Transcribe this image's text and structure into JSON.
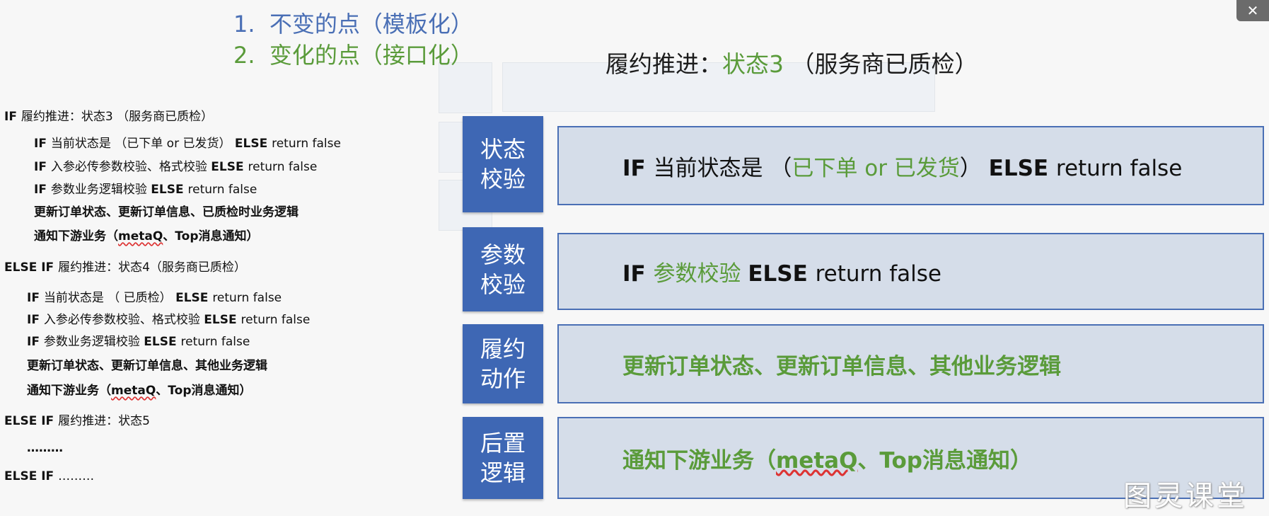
{
  "top_list": [
    {
      "num": "1.",
      "text": "不变的点（模板化）"
    },
    {
      "num": "2.",
      "text": "变化的点（接口化）"
    }
  ],
  "right_title": {
    "prefix": "履约推进：",
    "state": "状态3",
    "suffix": "（服务商已质检）"
  },
  "code_lines": [
    {
      "indent": 0,
      "parts": [
        {
          "t": "IF ",
          "b": true
        },
        {
          "t": "履约推进：状态3 （服务商已质检）"
        }
      ]
    },
    {
      "indent": 1,
      "parts": [
        {
          "t": "IF ",
          "b": true
        },
        {
          "t": "当前状态是 （已下单 or 已发货） "
        },
        {
          "t": "ELSE ",
          "b": true
        },
        {
          "t": "return false"
        }
      ]
    },
    {
      "indent": 1,
      "parts": [
        {
          "t": "IF ",
          "b": true
        },
        {
          "t": "入参必传参数校验、格式校验 "
        },
        {
          "t": "ELSE ",
          "b": true
        },
        {
          "t": "return false"
        }
      ]
    },
    {
      "indent": 1,
      "parts": [
        {
          "t": "IF ",
          "b": true
        },
        {
          "t": "参数业务逻辑校验 "
        },
        {
          "t": "ELSE ",
          "b": true
        },
        {
          "t": "return false"
        }
      ]
    },
    {
      "indent": 1,
      "parts": [
        {
          "t": "更新订单状态、更新订单信息、已质检时业务逻辑",
          "b": true
        }
      ]
    },
    {
      "indent": 1,
      "parts": [
        {
          "t": "通知下游业务（",
          "b": true
        },
        {
          "t": "metaQ",
          "b": true,
          "squig": true
        },
        {
          "t": "、Top消息通知）",
          "b": true
        }
      ]
    },
    {
      "indent": 0,
      "parts": [
        {
          "t": "ELSE IF ",
          "b": true
        },
        {
          "t": "履约推进：状态4（服务商已质检）"
        }
      ]
    },
    {
      "indent": 2,
      "parts": [
        {
          "t": "IF ",
          "b": true
        },
        {
          "t": "当前状态是 （ 已质检） "
        },
        {
          "t": "ELSE ",
          "b": true
        },
        {
          "t": "return false"
        }
      ]
    },
    {
      "indent": 2,
      "parts": [
        {
          "t": "IF ",
          "b": true
        },
        {
          "t": "入参必传参数校验、格式校验 "
        },
        {
          "t": "ELSE ",
          "b": true
        },
        {
          "t": "return false"
        }
      ]
    },
    {
      "indent": 2,
      "parts": [
        {
          "t": "IF ",
          "b": true
        },
        {
          "t": "参数业务逻辑校验 "
        },
        {
          "t": "ELSE ",
          "b": true
        },
        {
          "t": "return false"
        }
      ]
    },
    {
      "indent": 2,
      "parts": [
        {
          "t": "更新订单状态、更新订单信息、其他业务逻辑",
          "b": true
        }
      ]
    },
    {
      "indent": 2,
      "parts": [
        {
          "t": "通知下游业务（",
          "b": true
        },
        {
          "t": "metaQ",
          "b": true,
          "squig": true
        },
        {
          "t": "、Top消息通知）",
          "b": true
        }
      ]
    },
    {
      "indent": 0,
      "parts": [
        {
          "t": "ELSE IF ",
          "b": true
        },
        {
          "t": "履约推进：状态5"
        }
      ]
    },
    {
      "indent": 2,
      "parts": [
        {
          "t": "………",
          "b": true
        }
      ]
    },
    {
      "indent": 0,
      "parts": [
        {
          "t": "ELSE IF ",
          "b": true
        },
        {
          "t": "………"
        }
      ]
    }
  ],
  "rows": [
    {
      "label": "状态\n校验",
      "parts": [
        {
          "t": "IF ",
          "b": true
        },
        {
          "t": "当前状态是 （"
        },
        {
          "t": "已下单 or 已发货",
          "g": true
        },
        {
          "t": "） "
        },
        {
          "t": "ELSE ",
          "b": true
        },
        {
          "t": "return false"
        }
      ]
    },
    {
      "label": "参数\n校验",
      "parts": [
        {
          "t": "IF ",
          "b": true
        },
        {
          "t": "参数校验 ",
          "g": true
        },
        {
          "t": "ELSE ",
          "b": true
        },
        {
          "t": "return false"
        }
      ]
    },
    {
      "label": "履约\n动作",
      "parts": [
        {
          "t": "更新订单状态、更新订单信息、其他业务逻辑",
          "g": true,
          "b": true
        }
      ]
    },
    {
      "label": "后置\n逻辑",
      "parts": [
        {
          "t": "通知下游业务（",
          "g": true,
          "b": true
        },
        {
          "t": "metaQ",
          "g": true,
          "b": true,
          "squig": true
        },
        {
          "t": "、Top消息通知）",
          "g": true,
          "b": true
        }
      ]
    }
  ],
  "close_symbol": "✕",
  "watermark": "图灵课堂"
}
